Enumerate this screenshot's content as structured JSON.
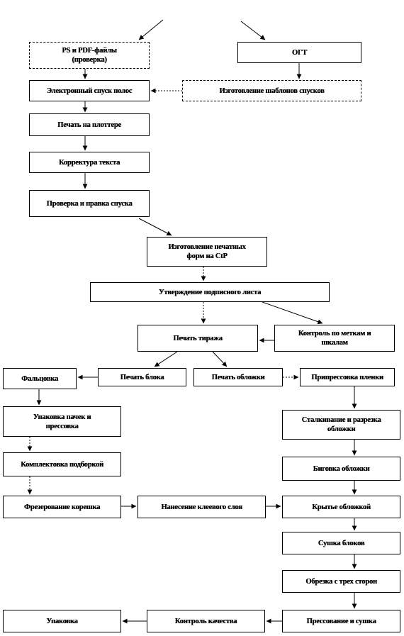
{
  "boxes": {
    "ps_pdf": "PS  и PDF-файлы\n(проверка)",
    "ogt": "ОГТ",
    "e_spusk": "Электронный спуск полос",
    "shablony": "Изготовление шаблонов спусков",
    "plotter": "Печать на плоттере",
    "korrektura": "Корректура текста",
    "pravka": "Проверка и правка спуска",
    "ctp": "Изготовление печатных\nформ на CtP",
    "podpisnoy": "Утверждение подписного листа",
    "tirazh": "Печать тиража",
    "kontrol_metki": "Контроль по меткам и\nшкалам",
    "falcovka": "Фальцовка",
    "pechat_blokа": "Печать блока",
    "pechat_oblozhki": "Печать обложки",
    "pripressovka": "Припрессовка пленки",
    "upakovka_pachek": "Упаковка пачек и\nпрессовка",
    "stalkivanie": "Сталкивание и разрезка\nобложки",
    "komplektovka": "Комплектовка подборкой",
    "bigovka": "Биговка обложки",
    "frezerovanie": "Фрезерование корешка",
    "nanesenie": "Нанесение клеевого слоя",
    "krytie": "Крытье обложкой",
    "sushka": "Сушка блоков",
    "obrezka": "Обрезка с трех сторон",
    "upakovka": "Упаковка",
    "kontrol_kach": "Контроль качества",
    "pressovanie": "Прессование и сушка"
  }
}
